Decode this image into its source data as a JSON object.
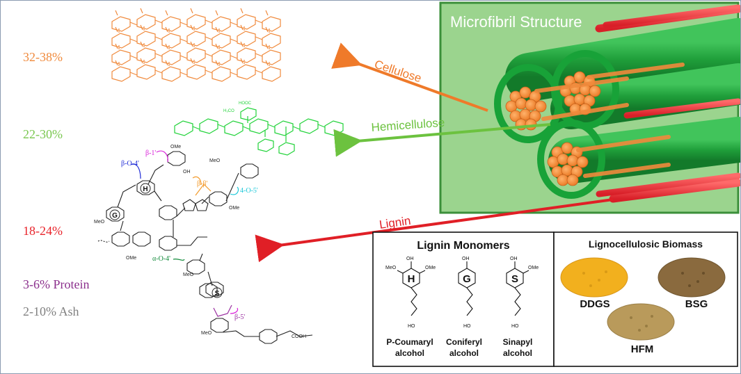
{
  "colors": {
    "cellulose": "#f08a3c",
    "hemicellulose": "#7ac74f",
    "lignin": "#e8232a",
    "protein": "#8b2f8c",
    "ash": "#808080",
    "panel_bg": "#9bd48e",
    "fibril_green": "#1f9e3a",
    "fibril_red": "#e8323b",
    "fibril_orange": "#f08a3c",
    "bond_blue": "#1f2bd6",
    "bond_magenta": "#d81bd8",
    "bond_cyan": "#19c7d8",
    "bond_green": "#118a3a",
    "bond_orange": "#f39a2a",
    "bond_purple": "#9a2fa0"
  },
  "percentages": {
    "cellulose": "32-38%",
    "hemicellulose": "22-30%",
    "lignin": "18-24%",
    "protein": "3-6% Protein",
    "ash": "2-10% Ash"
  },
  "microfibril": {
    "title": "Microfibril Structure"
  },
  "arrows": {
    "cellulose": "Cellulose",
    "hemicellulose": "Hemicellulose",
    "lignin": "Lignin"
  },
  "structure_labels": {
    "beta_o_4": "β-O-4'",
    "beta_1": "β-1'",
    "beta_beta": "β-β'",
    "four_o_five": "4-O-5'",
    "alpha_o_4": "α-O-4'",
    "beta_5": "β-5'",
    "hooc": "HOOC",
    "h3co": "H₃CO",
    "cooh": "COOH",
    "unit_h": "H",
    "unit_g": "G",
    "unit_s": "S",
    "ome": "OMe",
    "meo": "MeO",
    "oh": "OH",
    "ho": "HO"
  },
  "monomers": {
    "title": "Lignin Monomers",
    "items": [
      {
        "letter": "H",
        "name1": "P-Coumaryl",
        "name2": "alcohol"
      },
      {
        "letter": "G",
        "name1": "Coniferyl",
        "name2": "alcohol"
      },
      {
        "letter": "S",
        "name1": "Sinapyl",
        "name2": "alcohol"
      }
    ]
  },
  "biomass": {
    "title": "Lignocellulosic Biomass",
    "items": [
      {
        "label": "DDGS",
        "color": "#f2b01e"
      },
      {
        "label": "BSG",
        "color": "#8a6a3e"
      },
      {
        "label": "HFM",
        "color": "#b99a5b"
      }
    ]
  }
}
